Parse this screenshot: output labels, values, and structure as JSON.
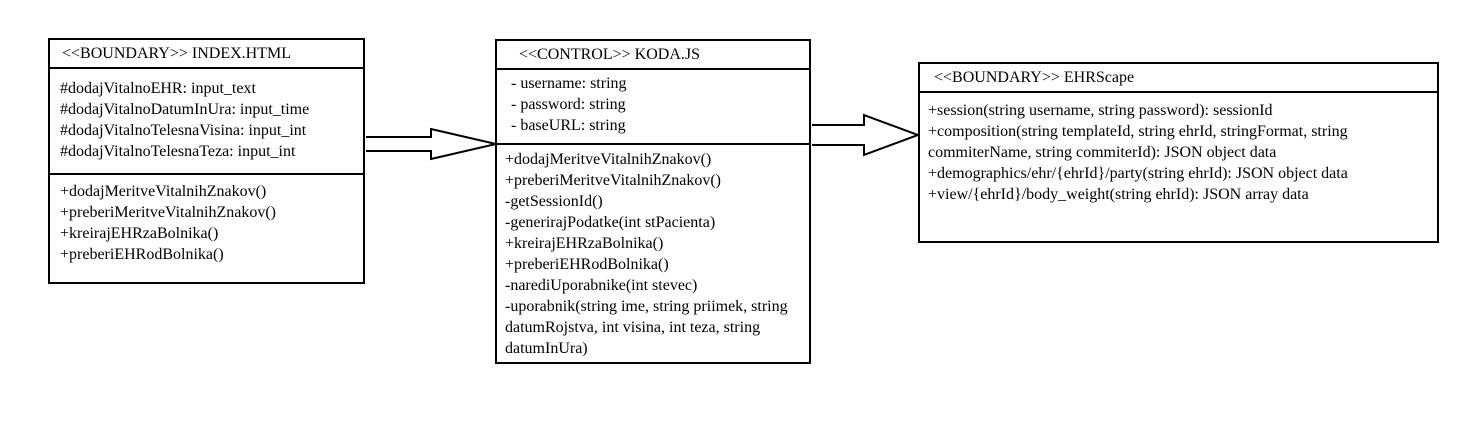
{
  "boxes": [
    {
      "title": "<<BOUNDARY>> INDEX.HTML",
      "attributes": [
        "#dodajVitalnoEHR: input_text",
        "#dodajVitalnoDatumInUra: input_time",
        "#dodajVitalnoTelesnaVisina: input_int",
        "#dodajVitalnoTelesnaTeza: input_int"
      ],
      "operations": [
        "+dodajMeritveVitalnihZnakov()",
        "+preberiMeritveVitalnihZnakov()",
        "+kreirajEHRzaBolnika()",
        "+preberiEHRodBolnika()"
      ]
    },
    {
      "title": "<<CONTROL>> KODA.JS",
      "attributes": [
        "- username: string",
        "- password: string",
        "- baseURL: string"
      ],
      "operations": [
        "+dodajMeritveVitalnihZnakov()",
        "+preberiMeritveVitalnihZnakov()",
        "-getSessionId()",
        "-generirajPodatke(int stPacienta)",
        "+kreirajEHRzaBolnika()",
        "+preberiEHRodBolnika()",
        "-narediUporabnike(int stevec)",
        "-uporabnik(string ime, string priimek, string datumRojstva, int visina, int teza, string datumInUra)"
      ]
    },
    {
      "title": "<<BOUNDARY>> EHRScape",
      "operations": [
        "+session(string username, string password): sessionId",
        "+composition(string templateId, string ehrId, stringFormat, string commiterName, string commiterId): JSON object data",
        "+demographics/ehr/{ehrId}/party(string ehrId): JSON object data",
        "+view/{ehrId}/body_weight(string ehrId): JSON array data"
      ]
    }
  ]
}
